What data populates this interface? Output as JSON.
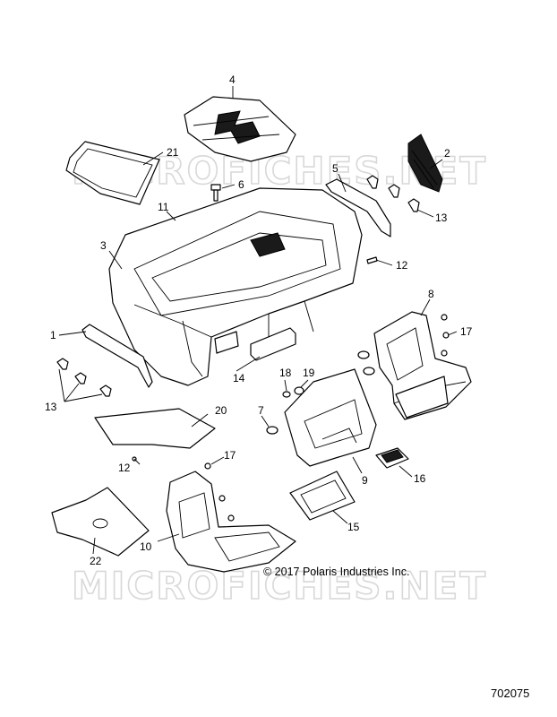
{
  "watermark": "MICROFICHES.NET",
  "copyright": "© 2017 Polaris Industries Inc.",
  "document_number": "702075",
  "callouts": {
    "c1": "1",
    "c2": "2",
    "c3": "3",
    "c4": "4",
    "c5": "5",
    "c6": "6",
    "c7": "7",
    "c8": "8",
    "c9": "9",
    "c10": "10",
    "c11": "11",
    "c12a": "12",
    "c12b": "12",
    "c13a": "13",
    "c13b": "13",
    "c14": "14",
    "c15": "15",
    "c16": "16",
    "c17a": "17",
    "c17b": "17",
    "c18": "18",
    "c19": "19",
    "c20": "20",
    "c21": "21",
    "c22": "22"
  }
}
